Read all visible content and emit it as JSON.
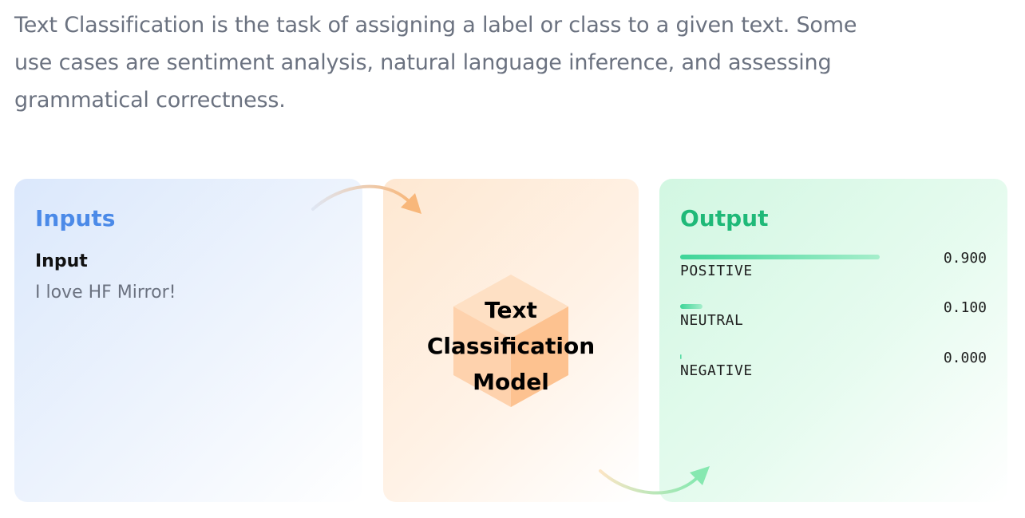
{
  "description": "Text Classification is the task of assigning a label or class to a given text. Some use cases are sentiment analysis, natural language inference, and assessing grammatical correctness.",
  "inputs": {
    "title": "Inputs",
    "field_label": "Input",
    "field_value": "I love HF Mirror!"
  },
  "model": {
    "line1": "Text",
    "line2": "Classification",
    "line3": "Model"
  },
  "output": {
    "title": "Output",
    "results": [
      {
        "label": "POSITIVE",
        "score": 0.9,
        "score_text": "0.900"
      },
      {
        "label": "NEUTRAL",
        "score": 0.1,
        "score_text": "0.100"
      },
      {
        "label": "NEGATIVE",
        "score": 0.0,
        "score_text": "0.000"
      }
    ]
  },
  "colors": {
    "inputs_accent": "#4b8ae8",
    "output_accent": "#1fb978",
    "model_cube": "#fdc79b",
    "bar": "#3dd598"
  }
}
